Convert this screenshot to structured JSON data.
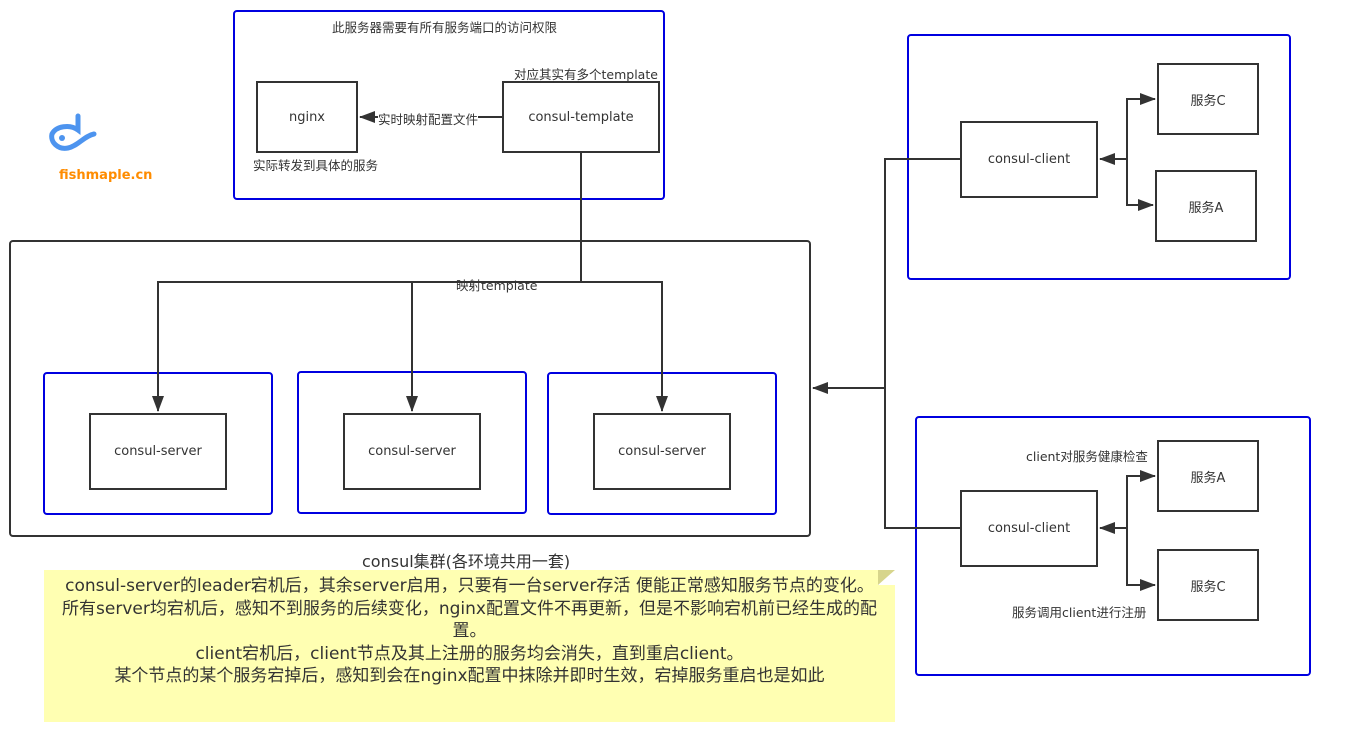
{
  "logo": {
    "icon": "fish-icon",
    "text": "fishmaple.cn",
    "icon_color": "#4d94ef",
    "text_color": "#ff8c00"
  },
  "colors": {
    "container_border": "#0000e0",
    "node_border": "#333333",
    "note_background": "#ffffb2"
  },
  "gateway": {
    "title": "此服务器需要有所有服务端口的访问权限",
    "nginx": {
      "label": "nginx",
      "caption": "实际转发到具体的服务"
    },
    "consul_template": {
      "label": "consul-template",
      "caption": "对应其实有多个template"
    },
    "edge_label": "实时映射配置文件"
  },
  "cluster": {
    "caption": "consul集群(各环境共用一套)",
    "edge_label": "映射template",
    "servers": [
      {
        "label": "consul-server"
      },
      {
        "label": "consul-server"
      },
      {
        "label": "consul-server"
      }
    ]
  },
  "client_groups": [
    {
      "client_label": "consul-client",
      "services": [
        {
          "label": "服务C"
        },
        {
          "label": "服务A"
        }
      ],
      "annotations": []
    },
    {
      "client_label": "consul-client",
      "services": [
        {
          "label": "服务A"
        },
        {
          "label": "服务C"
        }
      ],
      "annotations": [
        "client对服务健康检查",
        "服务调用client进行注册"
      ]
    }
  ],
  "note": {
    "lines": [
      "consul-server的leader宕机后，其余server启用，只要有一台server存活 便能正常感知服务节点的变化。",
      "所有server均宕机后，感知不到服务的后续变化，nginx配置文件不再更新，但是不影响宕机前已经生成的配置。",
      "client宕机后，client节点及其上注册的服务均会消失，直到重启client。",
      "某个节点的某个服务宕掉后，感知到会在nginx配置中抹除并即时生效，宕掉服务重启也是如此"
    ]
  }
}
